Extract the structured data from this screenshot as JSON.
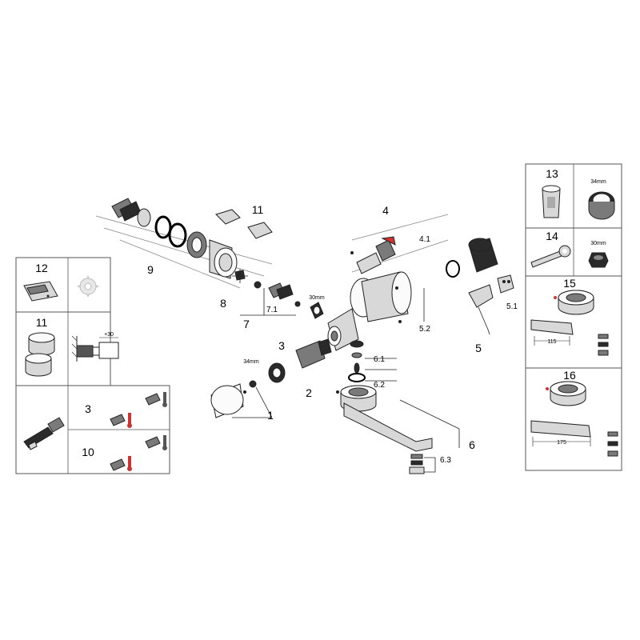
{
  "callouts": {
    "c1": "1",
    "c2": "2",
    "c3": "3",
    "c4": "4",
    "c4_1": "4.1",
    "c5": "5",
    "c5_1": "5.1",
    "c5_2": "5.2",
    "c6": "6",
    "c6_1": "6.1",
    "c6_2": "6.2",
    "c6_3": "6.3",
    "c7": "7",
    "c7_1": "7.1",
    "c8": "8",
    "c9": "9",
    "c11": "11"
  },
  "sizes": {
    "wrench_34": "34mm",
    "wrench_30": "30mm"
  },
  "left_panel": {
    "p12_label": "12",
    "p11_label": "11",
    "p11_extension": "+30",
    "p3_label": "3",
    "p10_label": "10"
  },
  "right_panel": {
    "p13_label": "13",
    "p13_size": "34mm",
    "p14_label": "14",
    "p14_size": "30mm",
    "p15_label": "15",
    "p15_dim": "115",
    "p16_label": "16",
    "p16_dim": "175"
  },
  "colors": {
    "part_dark": "#2a2a2a",
    "part_mid": "#7a7a7a",
    "part_light": "#d8d8d8",
    "box_border": "#555555"
  }
}
